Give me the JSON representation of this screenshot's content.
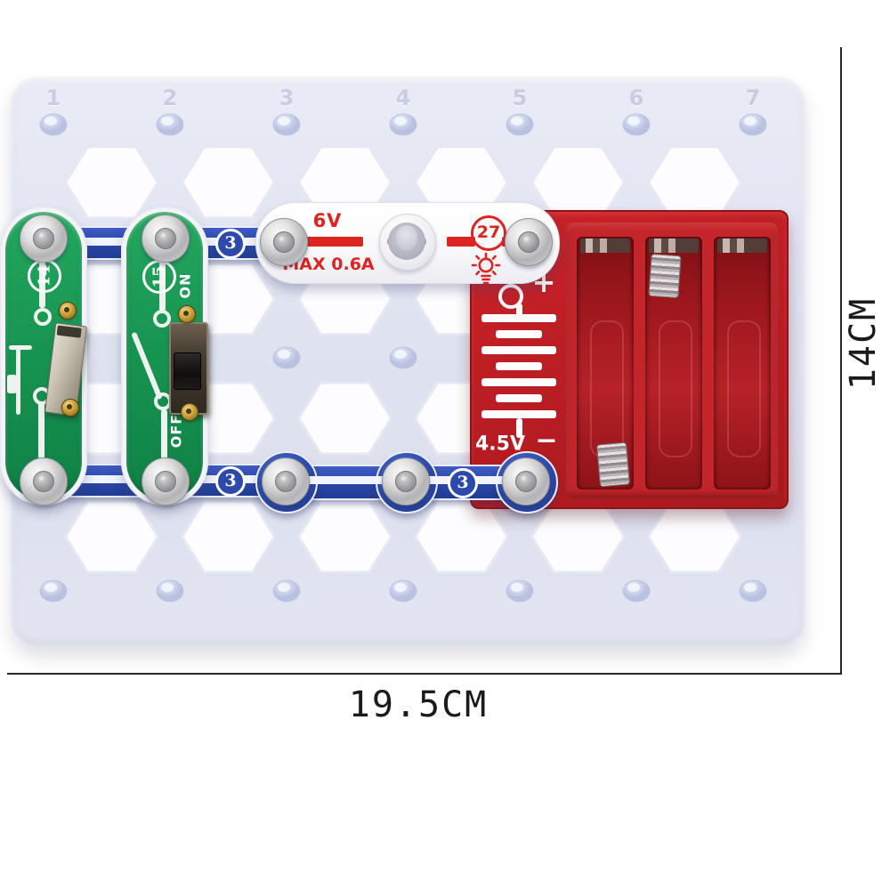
{
  "photo": {
    "board": {
      "column_labels": [
        "1",
        "2",
        "3",
        "4",
        "5",
        "6",
        "7"
      ]
    },
    "components": {
      "press_switch": {
        "number": "14"
      },
      "slide_switch": {
        "number": "15",
        "on": "ON",
        "off": "OFF"
      },
      "lamp_socket": {
        "number": "27",
        "voltage": "6V",
        "max_current": "MAX 0.6A"
      },
      "wire_top": {
        "number": "3"
      },
      "wire_bottom_left": {
        "number": "3"
      },
      "wire_bottom": {
        "number": "3"
      },
      "battery_holder": {
        "voltage": "4.5V",
        "positive": "+",
        "negative": "−"
      }
    },
    "colors": {
      "plate": "#dfe2ef",
      "wire_blue": "#2c49ab",
      "switch_green": "#189552",
      "battery_red": "#bb1e24",
      "lamp_print_red": "#dc2420"
    }
  },
  "annotations": {
    "width": "19.5CM",
    "height": "14CM"
  }
}
